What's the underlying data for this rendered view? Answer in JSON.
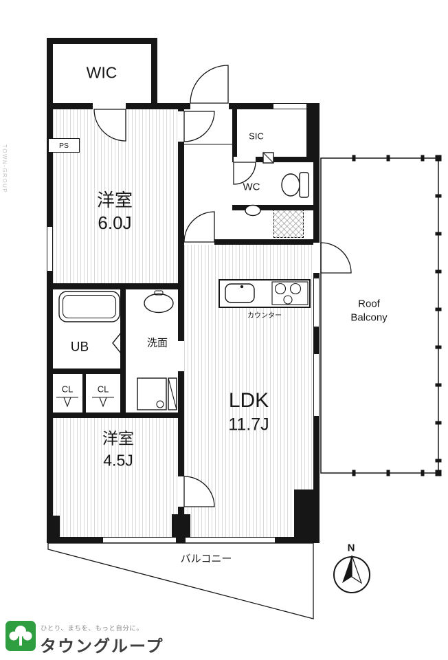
{
  "rooms": {
    "wic": "WIC",
    "ps": "PS",
    "bedroom1": {
      "name": "洋室",
      "size": "6.0J"
    },
    "sic": "SIC",
    "wc": "WC",
    "ub": "UB",
    "washroom": "洗面",
    "closet_left": "CL",
    "closet_right": "CL",
    "bedroom2": {
      "name": "洋室",
      "size": "4.5J"
    },
    "ldk": {
      "name": "LDK",
      "size": "11.7J"
    },
    "kitchen_counter": "カウンター",
    "roof_balcony": {
      "line1": "Roof",
      "line2": "Balcony"
    },
    "balcony": "バルコニー"
  },
  "compass": {
    "north": "N"
  },
  "branding": {
    "tagline": "ひとり、まちを、もっと自分に。",
    "name": "タウングループ",
    "side_text": "TOWN-GROUP",
    "logo_color": "#2f9e41"
  },
  "colors": {
    "wall": "#161616"
  }
}
